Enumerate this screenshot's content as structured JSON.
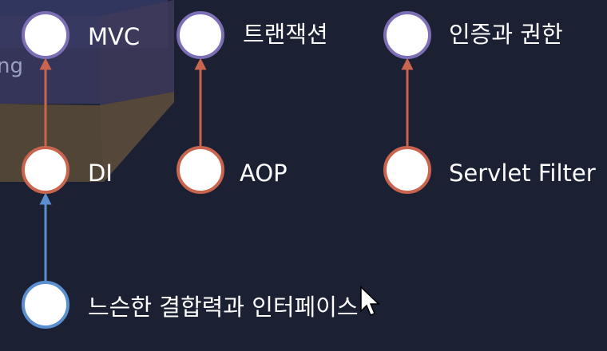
{
  "background_fragment": "ng",
  "colors": {
    "background": "#1b2033",
    "purple_outline": "#7d6fb5",
    "red_outline": "#c9654f",
    "blue_outline": "#5b8fd0",
    "red_arrow": "#c9654f",
    "blue_arrow": "#5b8fd0",
    "box_top": "#3a3d6e",
    "box_side": "#5c4b3b",
    "box_front": "#3c3a5e"
  },
  "nodes": {
    "mvc": {
      "label": "MVC",
      "outline": "purple"
    },
    "transaction": {
      "label": "트랜잭션",
      "outline": "purple"
    },
    "auth": {
      "label": "인증과 권한",
      "outline": "purple"
    },
    "di": {
      "label": "DI",
      "outline": "red"
    },
    "aop": {
      "label": "AOP",
      "outline": "red"
    },
    "servlet_filter": {
      "label": "Servlet Filter",
      "outline": "red"
    },
    "loose_coupling": {
      "label": "느슨한 결합력과 인터페이스",
      "outline": "blue"
    }
  },
  "edges": [
    {
      "from": "di",
      "to": "mvc",
      "color": "red"
    },
    {
      "from": "aop",
      "to": "transaction",
      "color": "red"
    },
    {
      "from": "servlet_filter",
      "to": "auth",
      "color": "red"
    },
    {
      "from": "loose_coupling",
      "to": "di",
      "color": "blue"
    }
  ],
  "cursor_icon": "mouse-pointer-icon"
}
